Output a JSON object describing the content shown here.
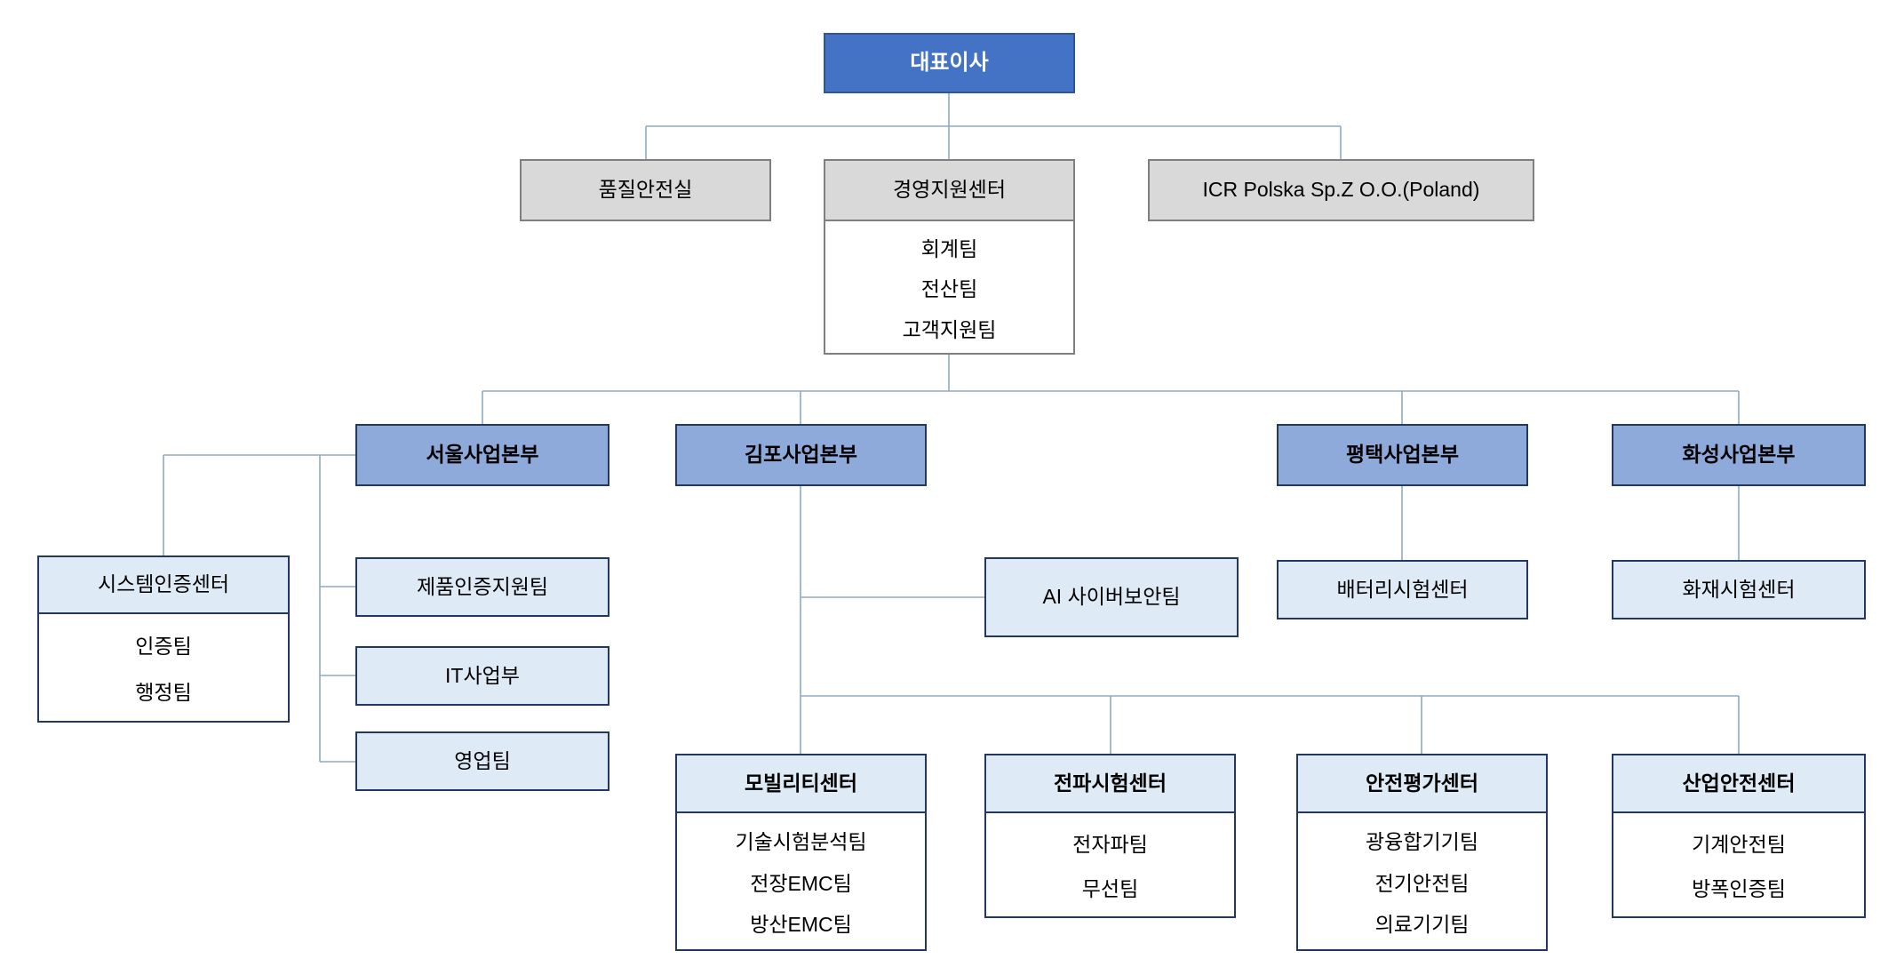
{
  "diagram_type": "org-chart",
  "colors": {
    "ceo_fill": "#4472C4",
    "ceo_border": "#2F5597",
    "division_fill": "#8EAADB",
    "dept_fill": "#DEEBF7",
    "staff_fill": "#D9D9D9",
    "staff_border": "#7F7F7F",
    "dark_border": "#24375F",
    "line": "#8FA9C4"
  },
  "nodes": {
    "ceo": {
      "label": "대표이사"
    },
    "quality": {
      "label": "품질안전실"
    },
    "mgmt": {
      "label": "경영지원센터",
      "teams": [
        "회계팀",
        "전산팀",
        "고객지원팀"
      ]
    },
    "icr": {
      "label": "ICR Polska Sp.Z O.O.(Poland)"
    },
    "seoul": {
      "label": "서울사업본부"
    },
    "gimpo": {
      "label": "김포사업본부"
    },
    "pyeongtaek": {
      "label": "평택사업본부"
    },
    "hwaseong": {
      "label": "화성사업본부"
    },
    "system_cert": {
      "label": "시스템인증센터",
      "teams": [
        "인증팀",
        "행정팀"
      ]
    },
    "product_cert": {
      "label": "제품인증지원팀"
    },
    "it_div": {
      "label": "IT사업부"
    },
    "sales": {
      "label": "영업팀"
    },
    "ai_cyber": {
      "label": "AI 사이버보안팀"
    },
    "battery": {
      "label": "배터리시험센터"
    },
    "fire": {
      "label": "화재시험센터"
    },
    "mobility": {
      "label": "모빌리티센터",
      "teams": [
        "기술시험분석팀",
        "전장EMC팀",
        "방산EMC팀"
      ]
    },
    "radio": {
      "label": "전파시험센터",
      "teams": [
        "전자파팀",
        "무선팀"
      ]
    },
    "safety_eval": {
      "label": "안전평가센터",
      "teams": [
        "광융합기기팀",
        "전기안전팀",
        "의료기기팀"
      ]
    },
    "industrial": {
      "label": "산업안전센터",
      "teams": [
        "기계안전팀",
        "방폭인증팀"
      ]
    }
  }
}
